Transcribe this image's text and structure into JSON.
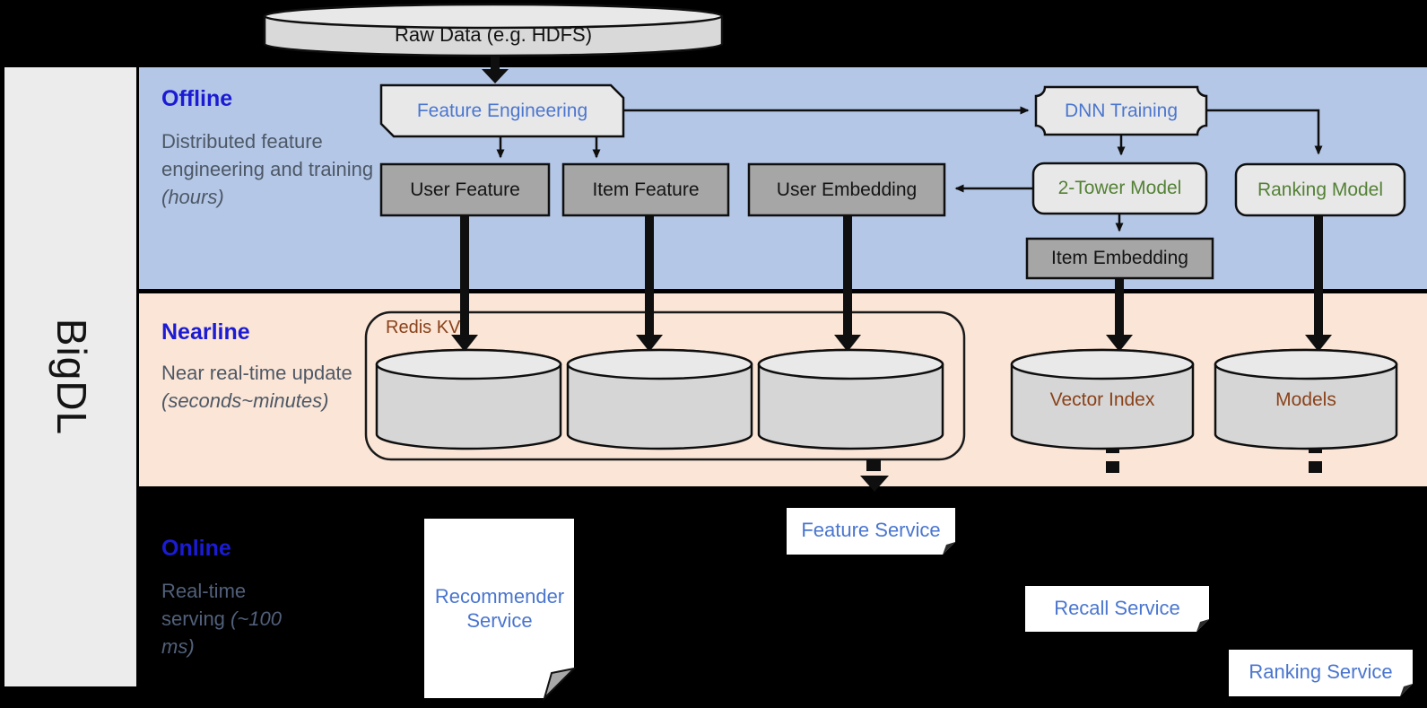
{
  "brand": {
    "label": "BigDL"
  },
  "raw_data": {
    "label": "Raw Data (e.g. HDFS)"
  },
  "sections": {
    "offline": {
      "title": "Offline",
      "desc": "Distributed feature engineering and training ",
      "desc_italic": "(hours)"
    },
    "nearline": {
      "title": "Nearline",
      "desc": "Near real-time update ",
      "desc_italic": "(seconds~minutes)"
    },
    "online": {
      "title": "Online",
      "desc": "Real-time serving ",
      "desc_italic": "(~100 ms)"
    }
  },
  "nodes": {
    "feature_engineering": "Feature Engineering",
    "dnn_training": "DNN Training",
    "user_feature": "User Feature",
    "item_feature": "Item Feature",
    "user_embedding": "User Embedding",
    "two_tower_model": "2-Tower Model",
    "ranking_model": "Ranking Model",
    "item_embedding": "Item Embedding",
    "redis_kv": "Redis KV",
    "vector_index": "Vector Index",
    "models": "Models"
  },
  "services": {
    "recommender": "Recommender Service",
    "feature": "Feature Service",
    "recall": "Recall Service",
    "ranking": "Ranking Service"
  },
  "colors": {
    "background": "#000000",
    "sidebar": "#ececec",
    "offline_band": "#b4c7e7",
    "nearline_band": "#fbe5d6",
    "section_title_blue": "#1b1bd3",
    "node_label_blue": "#4a76cf",
    "model_label_green": "#538135",
    "storage_label_brown": "#8a421a",
    "desc_gray": "#4d5866",
    "gray_node_fill": "#a6a6a6",
    "light_node_fill": "#e9e8e8",
    "cylinder_fill": "#d6d6d6",
    "stroke": "#0f0f0f"
  }
}
